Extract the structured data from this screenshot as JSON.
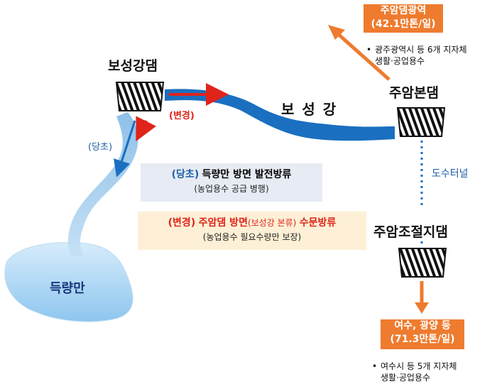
{
  "dams": {
    "boseong": "보성강댐",
    "juam_main": "주암본댐",
    "juam_control": "주암조절지댐"
  },
  "river": "보 성 강",
  "bay": "득량만",
  "tunnel": "도수터널",
  "labels": {
    "changed": "(변경)",
    "original": "(당초)"
  },
  "gwangju_supply": {
    "title": "주암댐광역",
    "amount": "(42.1만톤/일)",
    "bullet_line1": "광주광역시 등 6개 지자체",
    "bullet_line2": "생활·공업용수"
  },
  "yeosu_supply": {
    "title": "여수, 광양 등",
    "amount": "(71.3만톤/일)",
    "bullet_line1": "여수시 등 5개 지자체",
    "bullet_line2": "생활·공업용수"
  },
  "original_note": {
    "tag": "(당초)",
    "text": "득량만 방면 발전방류",
    "sub": "(농업용수 공급 병행)"
  },
  "changed_note": {
    "tag": "(변경)",
    "text_a": "주암댐 방면",
    "text_b": "(보성강 본류)",
    "text_c": "수문방류",
    "sub": "(농업용수 필요수량만 보장)"
  },
  "colors": {
    "river": "#1a6fc0",
    "stream": "#a9d0ee",
    "bay": "#bfe0f7",
    "orange": "#ee7b2e",
    "red": "#e0241b",
    "blue_text": "#1f5fa8",
    "original_box": "#e6ebf4",
    "changed_box": "#fdf0d6"
  },
  "icons": {
    "dam": "dam-gate-icon",
    "arrow": "arrow-icon"
  }
}
